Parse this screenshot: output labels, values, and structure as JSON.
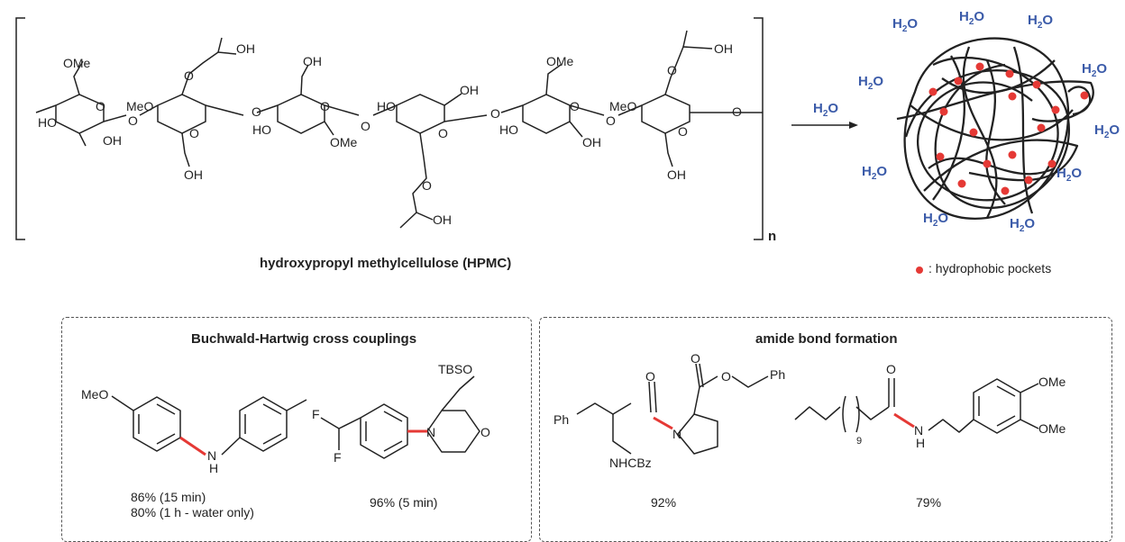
{
  "hpmc": {
    "name": "hydroxypropyl methylcellulose (HPMC)",
    "repeat_index": "n",
    "labels": {
      "ome": "OMe",
      "oh": "OH",
      "ho": "HO",
      "meo": "MeO",
      "o": "O"
    }
  },
  "arrow": {
    "reagent_main": "H",
    "reagent_sub": "2",
    "reagent_tail": "O"
  },
  "micelle": {
    "water_main": "H",
    "water_sub": "2",
    "water_tail": "O",
    "legend": ": hydrophobic pockets",
    "strand_color": "#222222",
    "pocket_color": "#E53935",
    "water_color": "#3B5BA9"
  },
  "panels": {
    "buchwald": {
      "title": "Buchwald-Hartwig cross couplings",
      "compound1": {
        "yield_line1": "86% (15 min)",
        "yield_line2": "80% (1 h - water only)",
        "atoms": {
          "meo": "MeO",
          "n": "N",
          "h": "H"
        }
      },
      "compound2": {
        "yield_line1": "96% (5 min)",
        "atoms": {
          "tbso": "TBSO",
          "f_top": "F",
          "f_bottom": "F",
          "n": "N",
          "o": "O"
        }
      }
    },
    "amide": {
      "title": "amide bond formation",
      "compound3": {
        "yield_line1": "92%",
        "atoms": {
          "ph_left": "Ph",
          "ph_right": "Ph",
          "nhcbz": "NHCBz",
          "n": "N",
          "o_ketone": "O",
          "o_ester_carbonyl": "O",
          "o_ester": "O"
        }
      },
      "compound4": {
        "yield_line1": "79%",
        "atoms": {
          "o": "O",
          "n": "N",
          "h": "H",
          "subscript": "9",
          "ome_top": "OMe",
          "ome_bottom": "OMe"
        }
      }
    }
  },
  "new_bond_color": "#E53935"
}
